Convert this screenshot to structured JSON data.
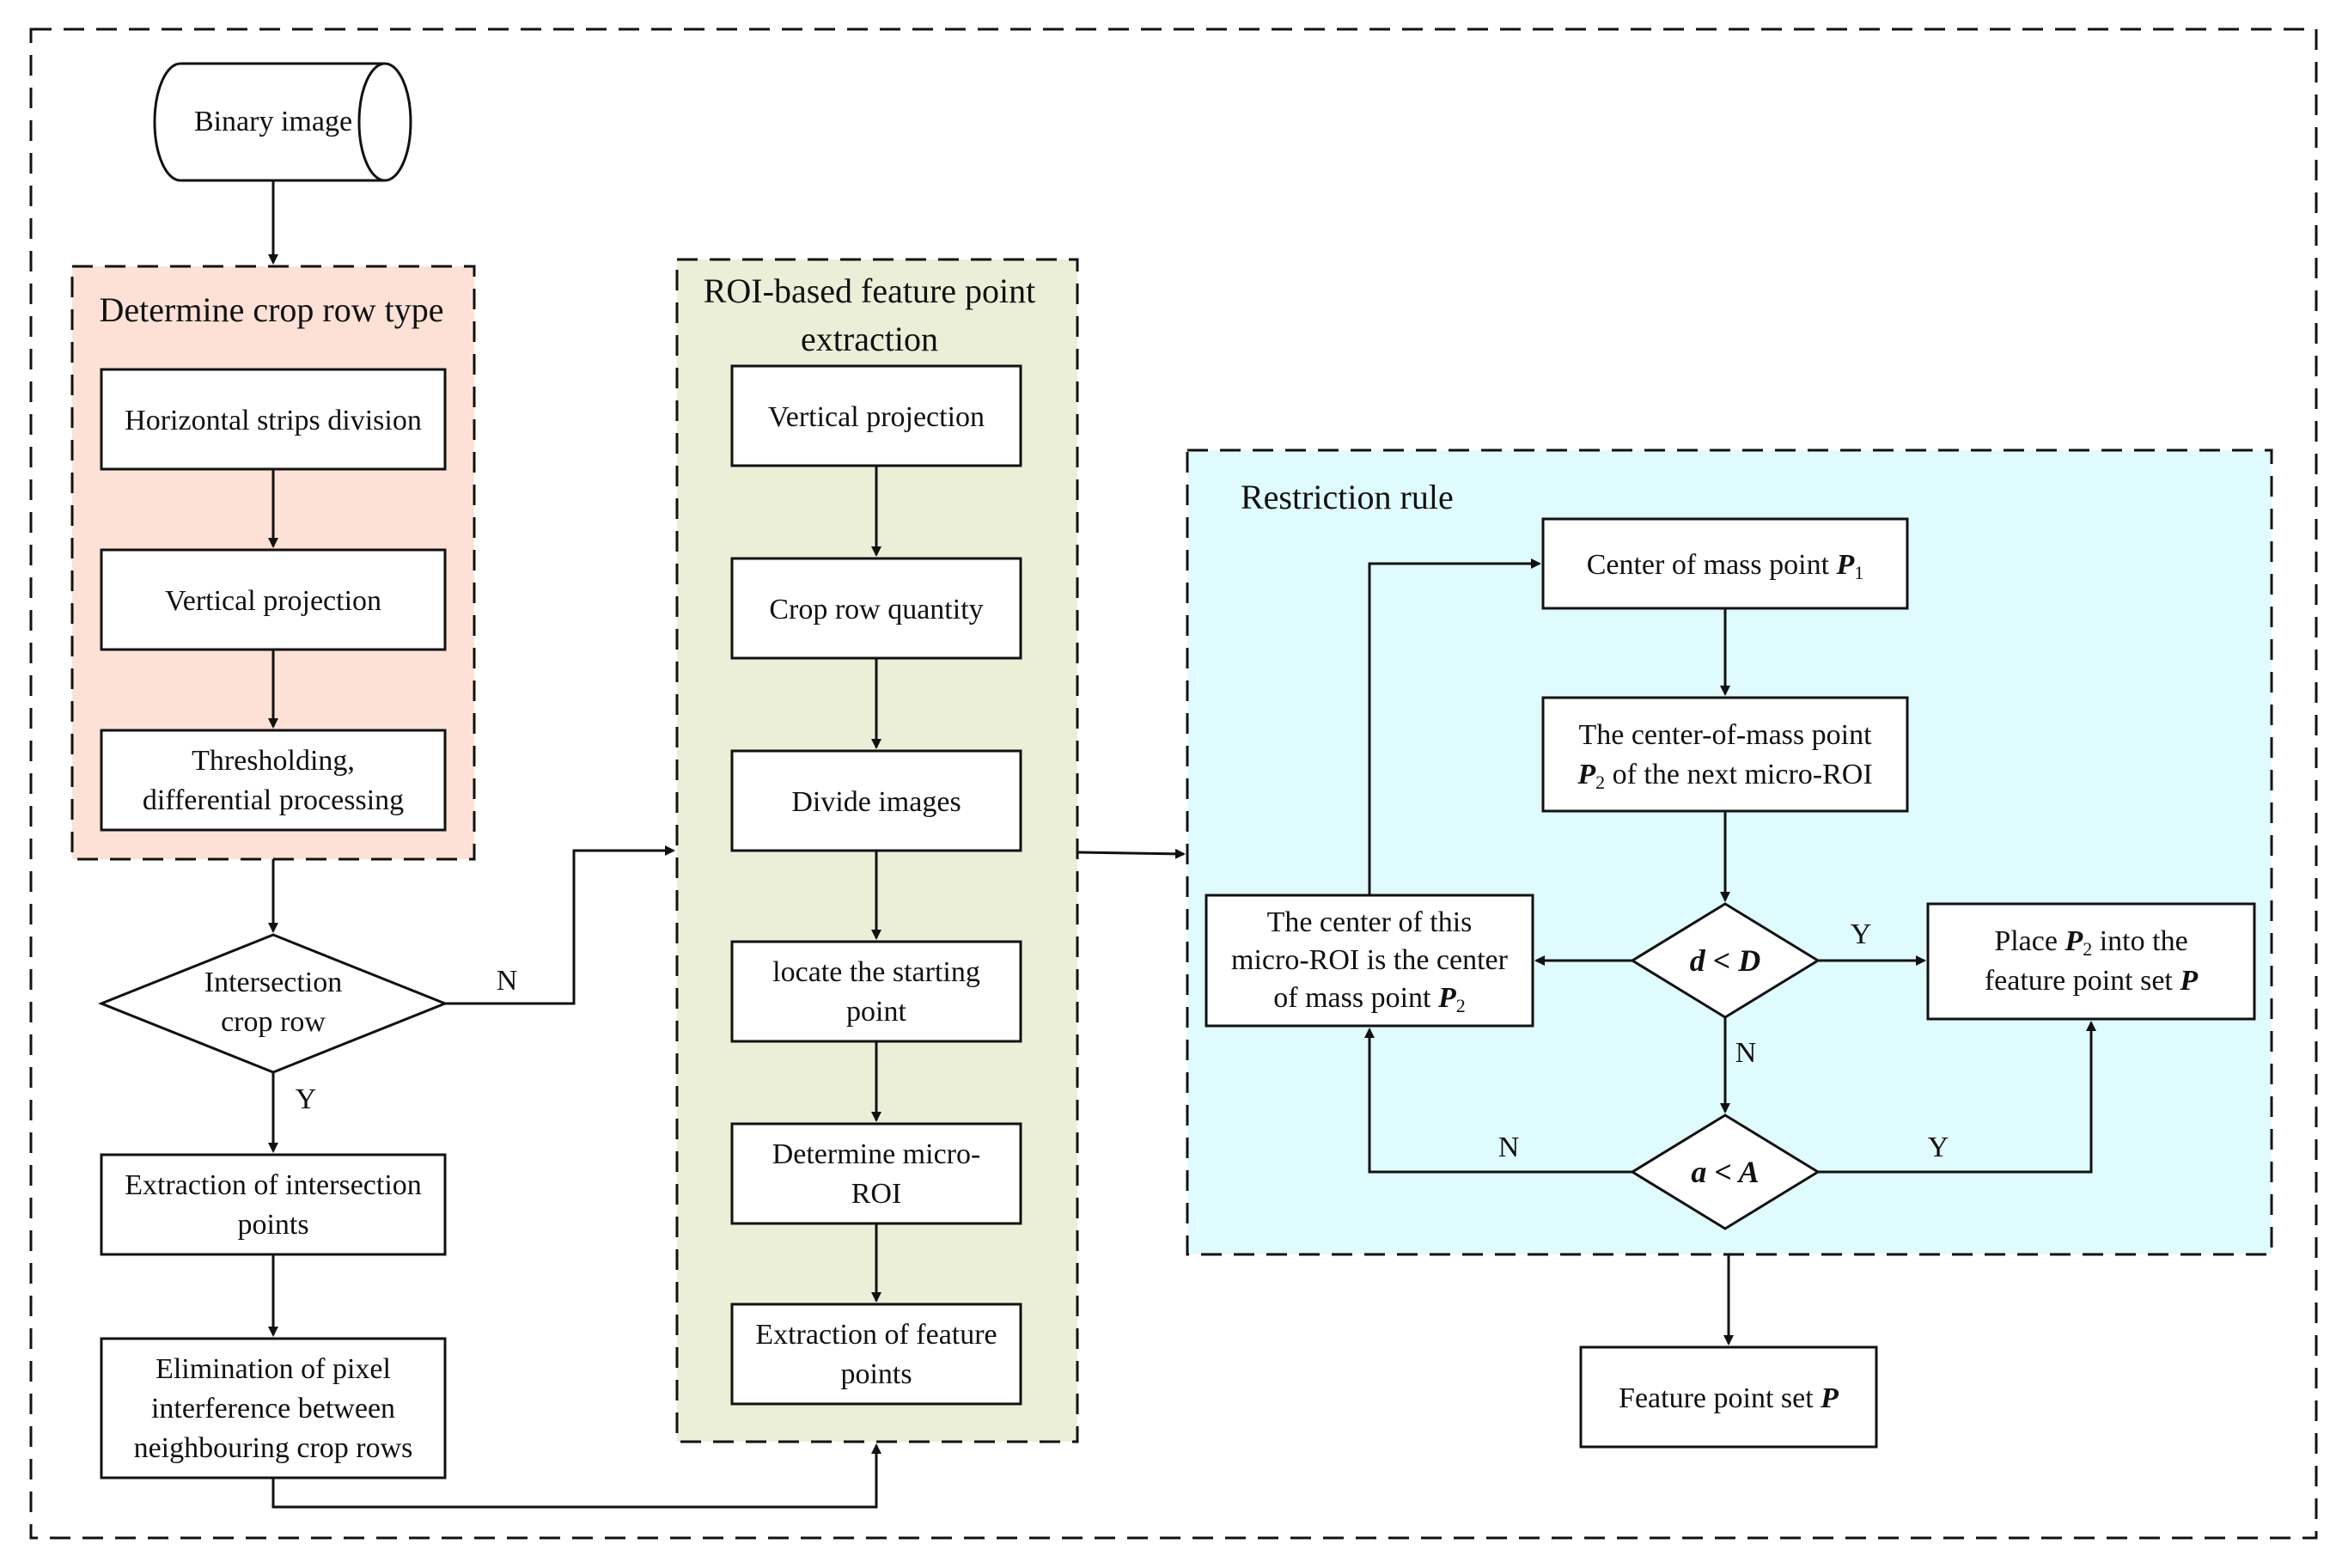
{
  "colors": {
    "group_crop_row_type_fill": "#fde1d6",
    "group_roi_fill": "#ebefd7",
    "group_restriction_fill": "#e0fbfe",
    "stroke": "#111111",
    "box_fill": "#ffffff"
  },
  "nodes": {
    "binary_image": "Binary image",
    "horizontal_strips": "Horizontal strips division",
    "vertical_projection_left": "Vertical projection",
    "thresholding_line1": "Thresholding,",
    "thresholding_line2": "differential processing",
    "intersection_line1": "Intersection",
    "intersection_line2": "crop row",
    "extraction_intersection_line1": "Extraction of intersection",
    "extraction_intersection_line2": "points",
    "elimination_line1": "Elimination of pixel",
    "elimination_line2": "interference between",
    "elimination_line3": "neighbouring crop rows",
    "vertical_projection_mid": "Vertical projection",
    "crop_row_quantity": "Crop row quantity",
    "divide_images": "Divide images",
    "locate_line1": "locate the starting",
    "locate_line2": "point",
    "determine_roi_line1": "Determine micro-",
    "determine_roi_line2": "ROI",
    "extraction_feature_line1": "Extraction of feature",
    "extraction_feature_line2": "points",
    "center_mass_text": "Center of mass point ",
    "center_mass_var": "P",
    "center_mass_sub": "1",
    "next_roi_line1": "The center-of-mass point",
    "next_roi_var": "P",
    "next_roi_sub": "2",
    "next_roi_line2_rest": " of the next micro-ROI",
    "cond_d_var1": "d",
    "cond_d_op": " < ",
    "cond_d_var2": "D",
    "cond_a_var1": "a",
    "cond_a_op": " < ",
    "cond_a_var2": "A",
    "center_this_line1": "The center of this",
    "center_this_line2": "micro-ROI is the center",
    "center_this_line3": "of mass point ",
    "center_this_var": "P",
    "center_this_sub": "2",
    "place_line1_pre": "Place ",
    "place_var": "P",
    "place_sub": "2",
    "place_line1_post": " into the",
    "place_line2": "feature point set ",
    "place_set_var": "P",
    "feature_set_text": "Feature point set ",
    "feature_set_var": "P"
  },
  "groups": {
    "crop_row_type": "Determine crop row type",
    "roi_line1": "ROI-based feature point",
    "roi_line2": "extraction",
    "restriction": "Restriction rule"
  },
  "edge_labels": {
    "intersection_no": "N",
    "intersection_yes": "Y",
    "d_yes": "Y",
    "d_no": "N",
    "a_no": "N",
    "a_yes": "Y"
  }
}
